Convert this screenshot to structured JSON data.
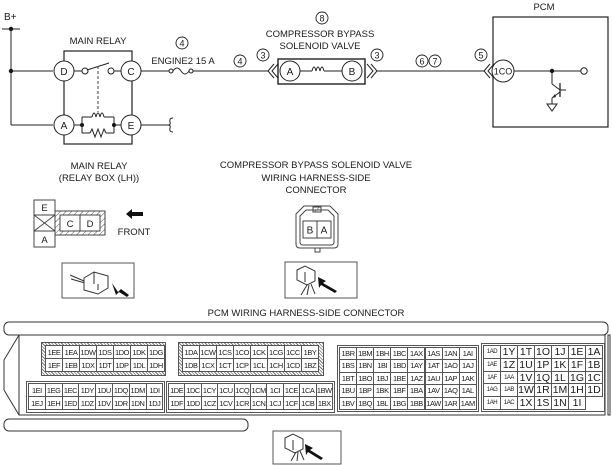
{
  "schematic": {
    "power_label": "B+",
    "main_relay_label": "MAIN RELAY",
    "fuse_label": "ENGINE2 15 A",
    "relay_terminals": {
      "d": "D",
      "c": "C",
      "a": "A",
      "e": "E"
    },
    "valve_title_num": "8",
    "valve_title_line1": "COMPRESSOR BYPASS",
    "valve_title_line2": "SOLENOID VALVE",
    "valve_terminals": {
      "a": "A",
      "b": "B"
    },
    "pcm_label": "PCM",
    "pcm_terminal": "1CO",
    "callouts": {
      "fuse": "4",
      "wire_after_fuse": "4",
      "valve_in": "3",
      "valve_out": "3",
      "wire_6": "6",
      "wire_7": "7",
      "pcm_in": "5"
    }
  },
  "relay_connector": {
    "title_line1": "MAIN RELAY",
    "title_line2": "(RELAY BOX (LH))",
    "terminals": {
      "e": "E",
      "c": "C",
      "d": "D",
      "a": "A"
    },
    "front_label": "FRONT"
  },
  "valve_connector": {
    "title_line1": "COMPRESSOR BYPASS SOLENOID VALVE",
    "title_line2": "WIRING HARNESS-SIDE",
    "title_line3": "CONNECTOR",
    "terminals": {
      "left": "B",
      "right": "A"
    }
  },
  "pcm_connector": {
    "title": "PCM WIRING HARNESS-SIDE CONNECTOR",
    "block1_upper": [
      [
        "1EE",
        "1EA",
        "1DW",
        "1DS",
        "1DO",
        "1DK",
        "1DG"
      ],
      [
        "1EF",
        "1EB",
        "1DX",
        "1DT",
        "1DP",
        "1DL",
        "1DH"
      ]
    ],
    "block1_lower": [
      [
        "1EI",
        "1EG",
        "1EC",
        "1DY",
        "1DU",
        "1DQ",
        "1DM",
        "1DI"
      ],
      [
        "1EJ",
        "1EH",
        "1ED",
        "1DZ",
        "1DV",
        "1DR",
        "1DN",
        "1DJ"
      ]
    ],
    "block2_upper": [
      [
        "1DA",
        "1CW",
        "1CS",
        "1CO",
        "1CK",
        "1CG",
        "1CC",
        "1BY"
      ],
      [
        "1DB",
        "1CX",
        "1CT",
        "1CP",
        "1CL",
        "1CH",
        "1CD",
        "1BZ"
      ]
    ],
    "block2_lower": [
      [
        "1DE",
        "1DC",
        "1CY",
        "1CU",
        "1CQ",
        "1CM",
        "1CI",
        "1CE",
        "1CA",
        "1BW"
      ],
      [
        "1DF",
        "1DD",
        "1CZ",
        "1CV",
        "1CR",
        "1CN",
        "1CJ",
        "1CF",
        "1CB",
        "1BX"
      ]
    ],
    "block3": [
      [
        "1BR",
        "1BM",
        "1BH",
        "1BC",
        "1AX",
        "1AS",
        "1AN",
        "1AI"
      ],
      [
        "1BS",
        "1BN",
        "1BI",
        "1BD",
        "1AY",
        "1AT",
        "1AO",
        "1AJ"
      ],
      [
        "1BT",
        "1BO",
        "1BJ",
        "1BE",
        "1AZ",
        "1AU",
        "1AP",
        "1AK"
      ],
      [
        "1BU",
        "1BP",
        "1BK",
        "1BF",
        "1BA",
        "1AV",
        "1AQ",
        "1AL"
      ],
      [
        "1BV",
        "1BQ",
        "1BL",
        "1BG",
        "1BB",
        "1AW",
        "1AR",
        "1AM"
      ]
    ],
    "block4": [
      [
        "1AD",
        "1Y",
        "1T",
        "1O",
        "1J",
        "1E",
        "1A"
      ],
      [
        "1AE",
        "1Z",
        "1U",
        "1P",
        "1K",
        "1F",
        "1B"
      ],
      [
        "1AF",
        "1AA",
        "1V",
        "1Q",
        "1L",
        "1G",
        "1C"
      ],
      [
        "1AG",
        "1AB",
        "1W",
        "1R",
        "1M",
        "1H",
        "1D"
      ],
      [
        "1AH",
        "1AC",
        "1X",
        "1S",
        "1N",
        "1I",
        ""
      ]
    ]
  }
}
